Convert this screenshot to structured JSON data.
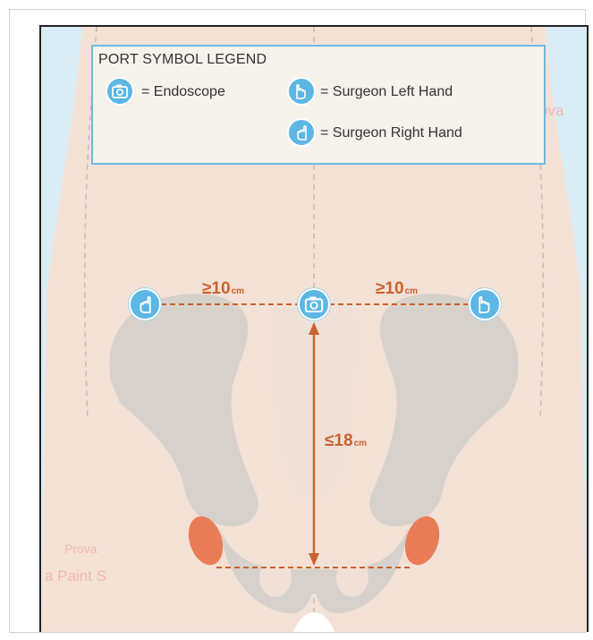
{
  "legend": {
    "title": "PORT SYMBOL LEGEND",
    "items": [
      {
        "icon": "camera-icon",
        "label": "= Endoscope"
      },
      {
        "icon": "left-hand-icon",
        "label": "= Surgeon Left Hand"
      },
      {
        "icon": "right-hand-icon",
        "label": "= Surgeon Right Hand"
      }
    ]
  },
  "ports": [
    {
      "icon": "right-hand-icon",
      "role": "Surgeon Right Hand"
    },
    {
      "icon": "camera-icon",
      "role": "Endoscope"
    },
    {
      "icon": "left-hand-icon",
      "role": "Surgeon Left Hand"
    }
  ],
  "measurements": {
    "left_distance": {
      "value": "≥10",
      "unit": "cm"
    },
    "right_distance": {
      "value": "≥10",
      "unit": "cm"
    },
    "vertical_distance": {
      "value": "≤18",
      "unit": "cm"
    }
  },
  "watermarks": [
    "Prova",
    "Prova",
    "a Paint S"
  ],
  "colors": {
    "skin": "#f4e1d6",
    "bone": "#d7d1cc",
    "port_blue": "#5cb7e5",
    "dimension_orange": "#c9622f",
    "legend_bg": "#f6f2ec",
    "legend_border": "#6fb9de",
    "background_blue": "#d9ecf5"
  }
}
